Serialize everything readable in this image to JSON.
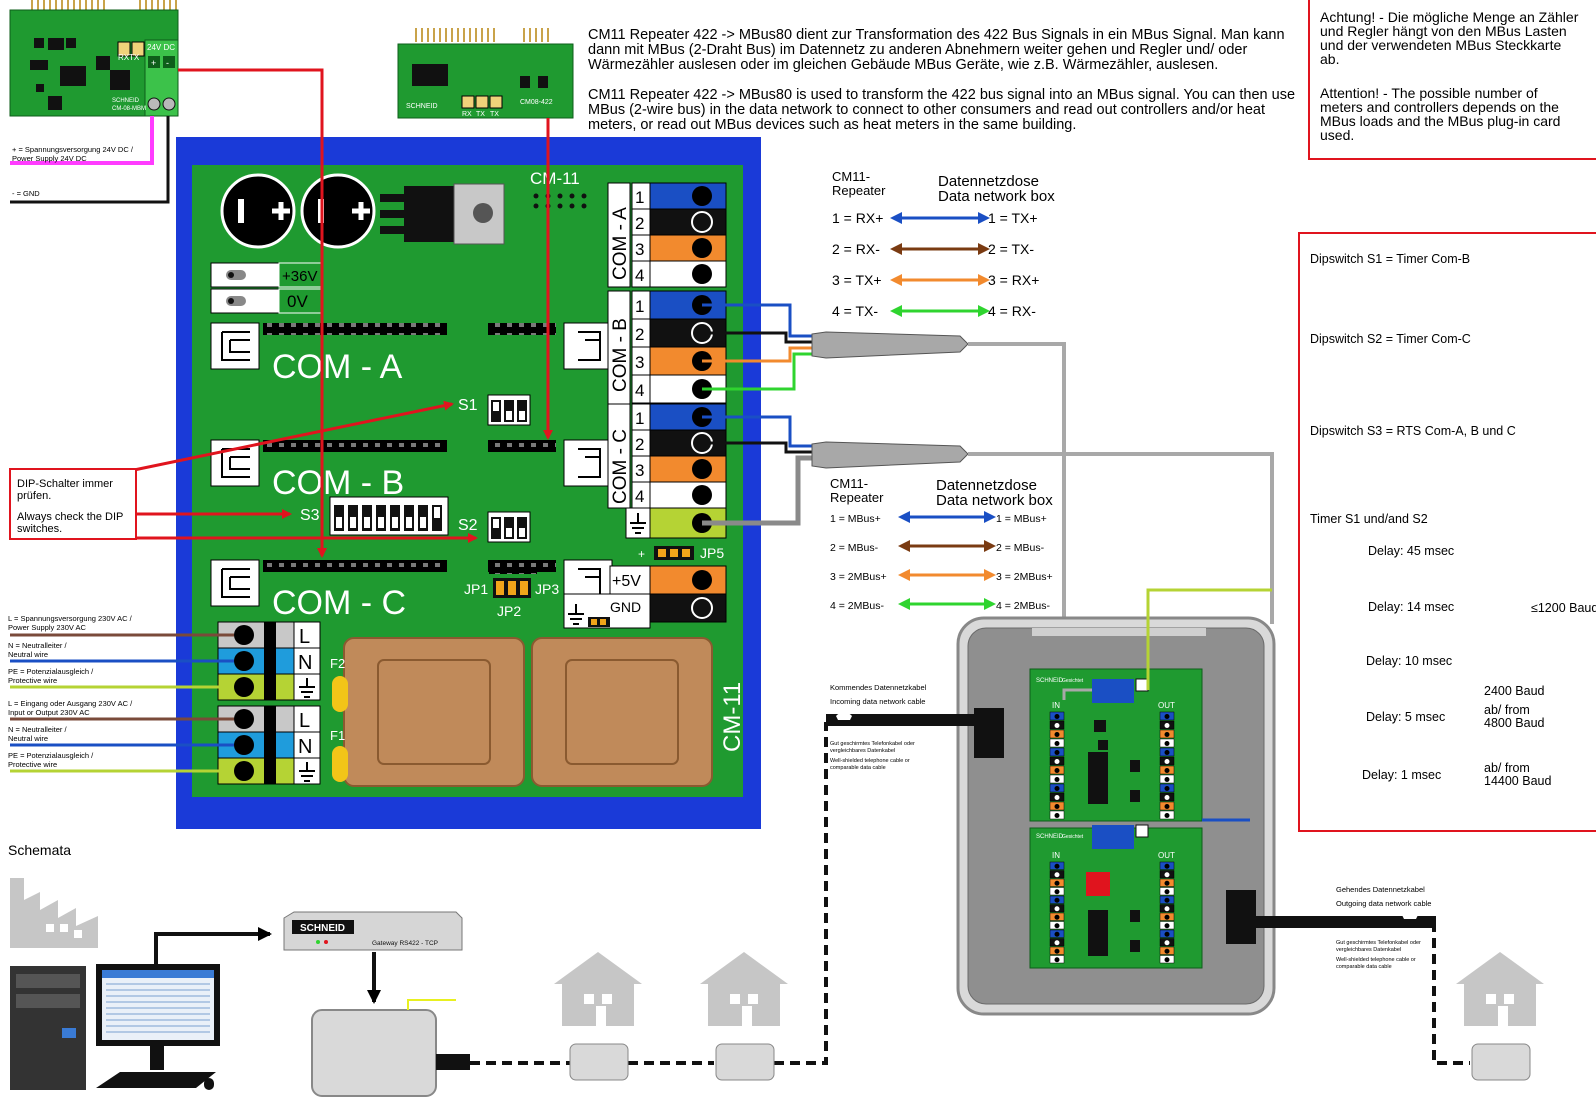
{
  "intro": {
    "de": "CM11 Repeater 422 -> MBus80 dient zur Transformation des 422 Bus Signals in ein MBus Signal. Man kann dann mit MBus (2-Draht Bus) im Datennetz zu anderen Abnehmern weiter gehen und Regler und/ oder Wärmezähler auslesen oder im gleichen Gebäude MBus Geräte, wie z.B. Wärmezähler, auslesen.",
    "en": "CM11 Repeater 422 -> MBus80 is used to transform the 422 bus signal into an MBus signal. You can then use MBus (2-wire bus) in the data network to connect to other consumers and read out controllers and/or heat meters, or read out MBus devices such as heat meters in the same building."
  },
  "attention": {
    "de": "Achtung! - Die mögliche Menge an Zähler und Regler hängt von den MBus Lasten und der verwendeten MBus Steckkarte ab.",
    "en": "Attention! - The possible number of meters and controllers depends on the MBus loads and the MBus plug-in card used."
  },
  "settings": {
    "s1": "Dipswitch S1 = Timer Com-B",
    "s2": "Dipswitch S2 = Timer Com-C",
    "s3": "Dipswitch S3 = RTS Com-A, B und C",
    "timer_title": "Timer S1 und/and S2",
    "delays": [
      "Delay: 45 msec",
      "Delay: 14 msec",
      "Delay: 10 msec",
      "Delay: 5 msec",
      "Delay: 1 msec"
    ],
    "baud_1200": "≤1200 Baud",
    "baud_2400": "2400 Baud",
    "baud_4800_a": "ab/ from",
    "baud_4800_b": "4800 Baud",
    "baud_14400_a": "ab/ from",
    "baud_14400_b": "14400 Baud"
  },
  "dip_note": {
    "de": "DIP-Schalter immer prüfen.",
    "en": "Always check the DIP switches."
  },
  "power": {
    "plus": "+ = Spannungsversorgung 24V DC / Power Supply 24V DC",
    "gnd": "- = GND"
  },
  "mains": {
    "l": "L = Spannungsversorgung 230V AC / Power Supply 230V AC",
    "n": "N = Neutralleiter / Neutral wire",
    "pe": "PE = Potenzialausgleich / Protective wire",
    "l2": "L = Eingang oder Ausgang 230V AC  / Input or Output 230V AC",
    "n2": "N = Neutralleiter / Neutral wire",
    "pe2": "PE = Potenzialausgleich / Protective wire"
  },
  "board": {
    "name": "CM-11",
    "name_side": "CM-11",
    "v36": "+36V",
    "v0": "0V",
    "com_a": "COM - A",
    "com_b": "COM - B",
    "com_c": "COM - C",
    "com_a_side": "COM - A",
    "com_b_side": "COM - B",
    "com_c_side": "COM - C",
    "s1": "S1",
    "s2": "S2",
    "s3": "S3",
    "jp1": "JP1",
    "jp2": "JP2",
    "jp3": "JP3",
    "jp5": "JP5",
    "plus": "+",
    "v5": "+5V",
    "gnd": "GND",
    "f1": "F1",
    "f2": "F2",
    "l": "L",
    "n": "N"
  },
  "card_mbus": {
    "maker": "SCHNEID",
    "model": "CM-08-MBM",
    "v24": "24V DC",
    "plus": "+",
    "minus": "-",
    "rx": "RX",
    "tx": "TX"
  },
  "card_422": {
    "maker": "SCHNEID",
    "model": "CM08-422",
    "rx": "RX",
    "tx1": "TX",
    "tx2": "TX"
  },
  "mapping_422": {
    "left_title_1": "CM11-",
    "left_title_2": "Repeater",
    "right_title_1": "Datennetzdose",
    "right_title_2": "Data network box",
    "rows": [
      {
        "left": "1 = RX+",
        "right": "1 = TX+",
        "color": "#1a4fc4"
      },
      {
        "left": "2 = RX-",
        "right": "2 = TX-",
        "color": "#7a3b12"
      },
      {
        "left": "3 = TX+",
        "right": "3 = RX+",
        "color": "#f28a2e"
      },
      {
        "left": "4 = TX-",
        "right": "4 = RX-",
        "color": "#2fd42f"
      }
    ]
  },
  "mapping_mbus": {
    "left_title_1": "CM11-",
    "left_title_2": "Repeater",
    "right_title_1": "Datennetzdose",
    "right_title_2": "Data network box",
    "rows": [
      {
        "left": "1 = MBus+",
        "right": "1 = MBus+",
        "color": "#1a4fc4"
      },
      {
        "left": "2 = MBus-",
        "right": "2 = MBus-",
        "color": "#7a3b12"
      },
      {
        "left": "3 = 2MBus+",
        "right": "3 = 2MBus+",
        "color": "#f28a2e"
      },
      {
        "left": "4 = 2MBus-",
        "right": "4 = 2MBus-",
        "color": "#2fd42f"
      }
    ]
  },
  "network_box": {
    "maker": "SCHNEID",
    "maker_sub": "Gesichtet",
    "in": "IN",
    "out": "OUT",
    "in2": "IN",
    "out2": "OUT"
  },
  "cable_in": {
    "title_de": "Kommendes Datennetzkabel",
    "title_en": "Incoming data network cable",
    "note_de": "Gut geschirmtes Telefonkabel oder vergleichbares Datenkabel",
    "note_en": "Well-shielded telephone cable or comparable data cable"
  },
  "cable_out": {
    "title_de": "Gehendes Datennetzkabel",
    "title_en": "Outgoing data network cable",
    "note_de": "Gut geschirmtes Telefonkabel oder vergleichbares Datenkabel",
    "note_en": "Well-shielded telephone cable or comparable data cable"
  },
  "schema": {
    "title": "Schemata",
    "gateway_brand": "SCHNEID",
    "gateway_label": "Gateway RS422 - TCP"
  },
  "colors": {
    "red_line": "#e0141e",
    "pcb_green": "#1f9a30",
    "board_blue": "#1a3ad8",
    "blue": "#1a4fc4",
    "brown": "#7a3b12",
    "orange": "#f28a2e",
    "green": "#2fd42f",
    "pe_green": "#b5d334",
    "magenta": "#ff3cff",
    "gray": "#a8a8a8"
  }
}
